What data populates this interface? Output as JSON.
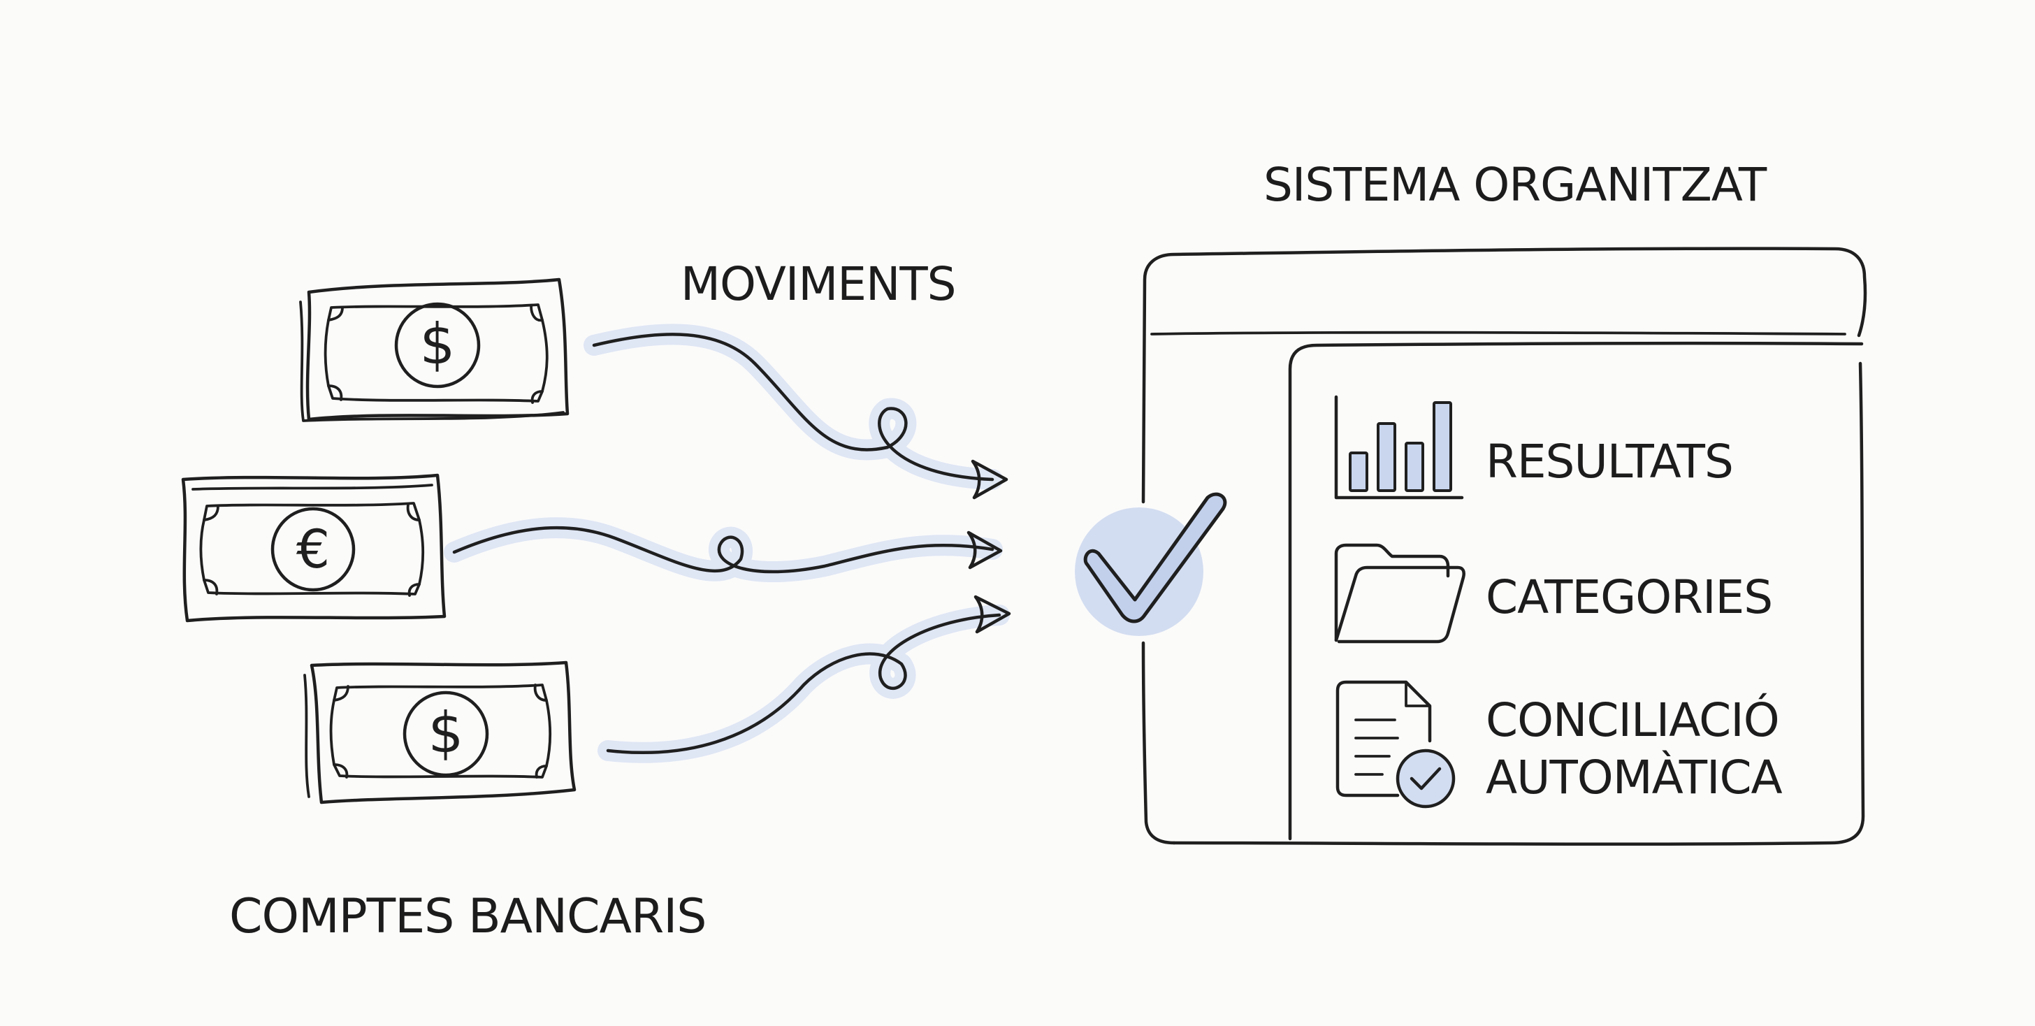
{
  "labels": {
    "bank_accounts": "COMPTES BANCARIS",
    "movements": "MOVIMENTS",
    "organized_system": "SISTEMA ORGANITZAT",
    "results": "RESULTATS",
    "categories": "CATEGORIES",
    "reconciliation_line1": "CONCILIACIÓ",
    "reconciliation_line2": "AUTOMÀTICA"
  },
  "banknotes": [
    {
      "currency_symbol": "$"
    },
    {
      "currency_symbol": "€"
    },
    {
      "currency_symbol": "$"
    }
  ],
  "icons": [
    "banknote-icon",
    "flow-arrow-icon",
    "checkmark-icon",
    "bar-chart-icon",
    "folder-icon",
    "document-check-icon"
  ],
  "colors": {
    "ink": "#1f1f1f",
    "accent_blue": "#c9d6ee",
    "background": "#fbfbfa"
  }
}
